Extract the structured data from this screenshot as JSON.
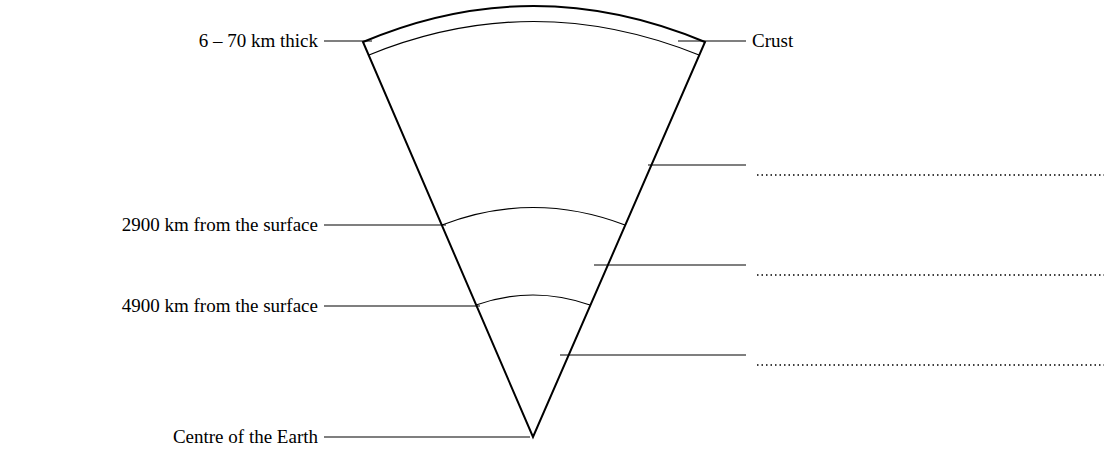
{
  "diagram": {
    "labels": [
      "6 – 70 km thick",
      "Crust",
      "2900 km from the surface",
      "4900 km from the surface",
      "Centre of the Earth"
    ]
  }
}
